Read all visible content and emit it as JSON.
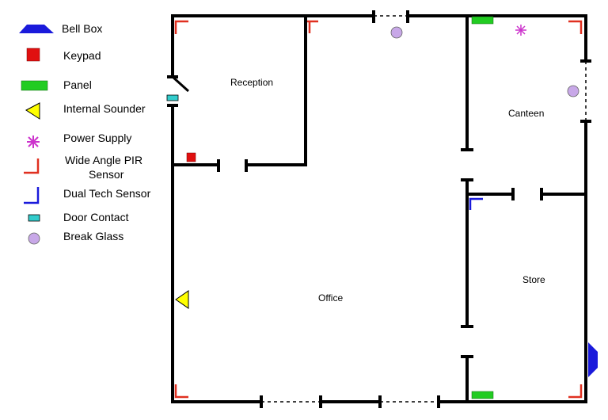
{
  "legend": {
    "bell_box": "Bell Box",
    "keypad": "Keypad",
    "panel": "Panel",
    "internal_sounder": "Internal Sounder",
    "power_supply": "Power Supply",
    "wide_angle_pir_line1": "Wide Angle PIR",
    "wide_angle_pir_line2": "Sensor",
    "dual_tech_sensor": "Dual Tech Sensor",
    "door_contact": "Door Contact",
    "break_glass": "Break Glass"
  },
  "rooms": {
    "reception": "Reception",
    "canteen": "Canteen",
    "office": "Office",
    "store": "Store"
  },
  "colors": {
    "bell_box": "#1a1adb",
    "keypad": "#e01010",
    "panel": "#22cc22",
    "internal_sounder": "#ffff00",
    "power_supply": "#cc33cc",
    "pir": "#e03020",
    "dual_tech": "#1a1adb",
    "door_contact": "#33cccc",
    "break_glass": "#c8a8e8"
  }
}
